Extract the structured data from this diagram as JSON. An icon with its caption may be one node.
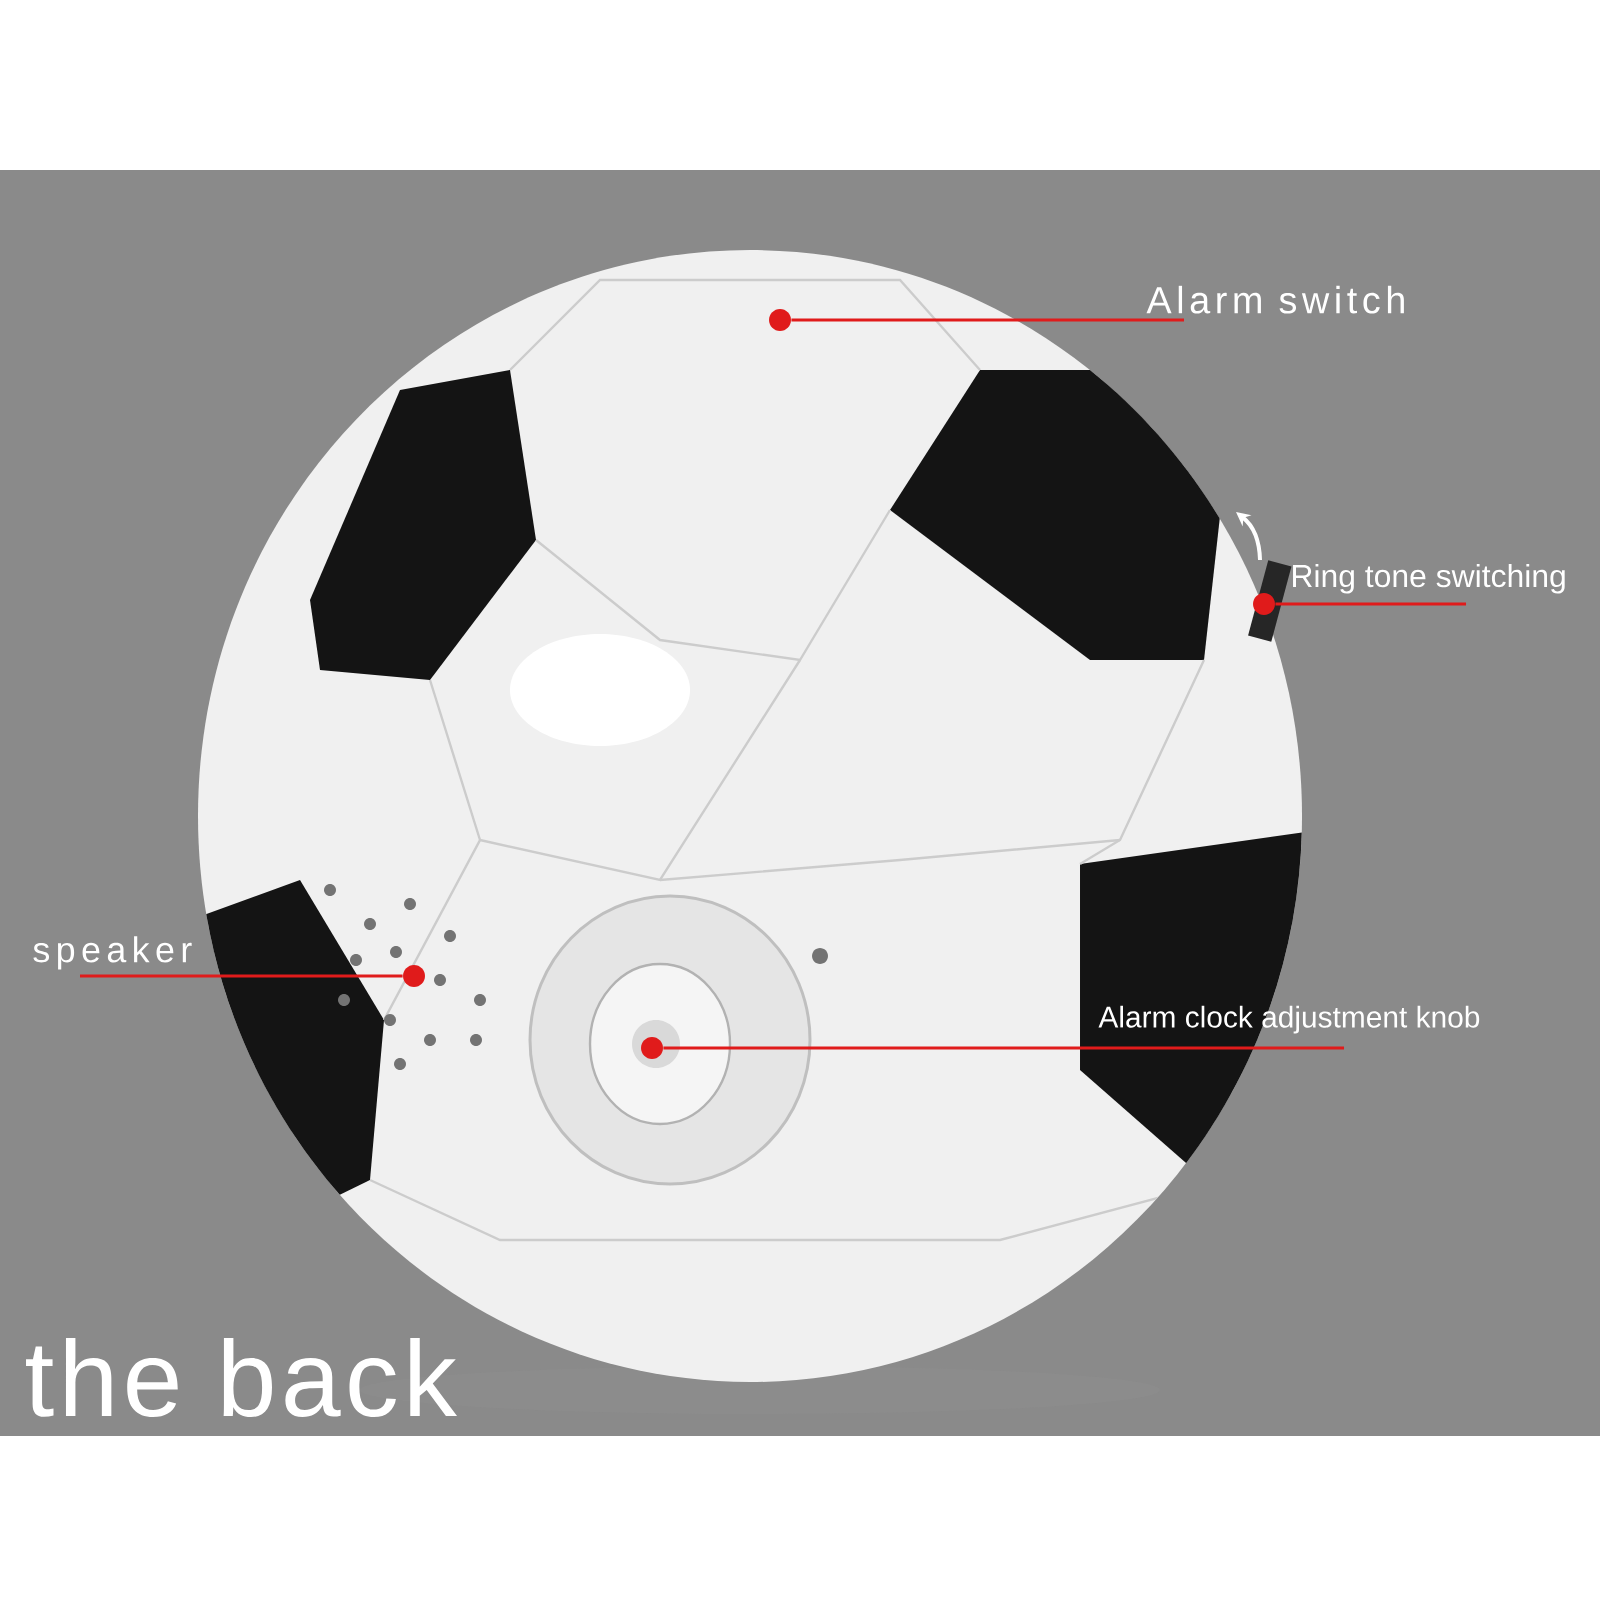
{
  "diagram": {
    "nodes": [
      {
        "text": [
          "Alarm switch"
        ]
      },
      {
        "text": [],
        "shape": "circle"
      },
      {
        "text": [
          "Ring tone switching"
        ]
      },
      {
        "text": [],
        "shape": "circle"
      },
      {
        "text": [
          "speaker"
        ]
      },
      {
        "text": [],
        "shape": "circle"
      },
      {
        "text": [
          "Alarm clock adjustment knob"
        ]
      },
      {
        "text": [],
        "shape": "circle"
      }
    ],
    "edges": [
      {
        "from": 0,
        "to": 1,
        "arrow": "none"
      },
      {
        "from": 2,
        "to": 3,
        "arrow": "none"
      },
      {
        "from": 4,
        "to": 5,
        "arrow": "none"
      },
      {
        "from": 6,
        "to": 7,
        "arrow": "none"
      }
    ],
    "labels": [
      "the back"
    ]
  }
}
